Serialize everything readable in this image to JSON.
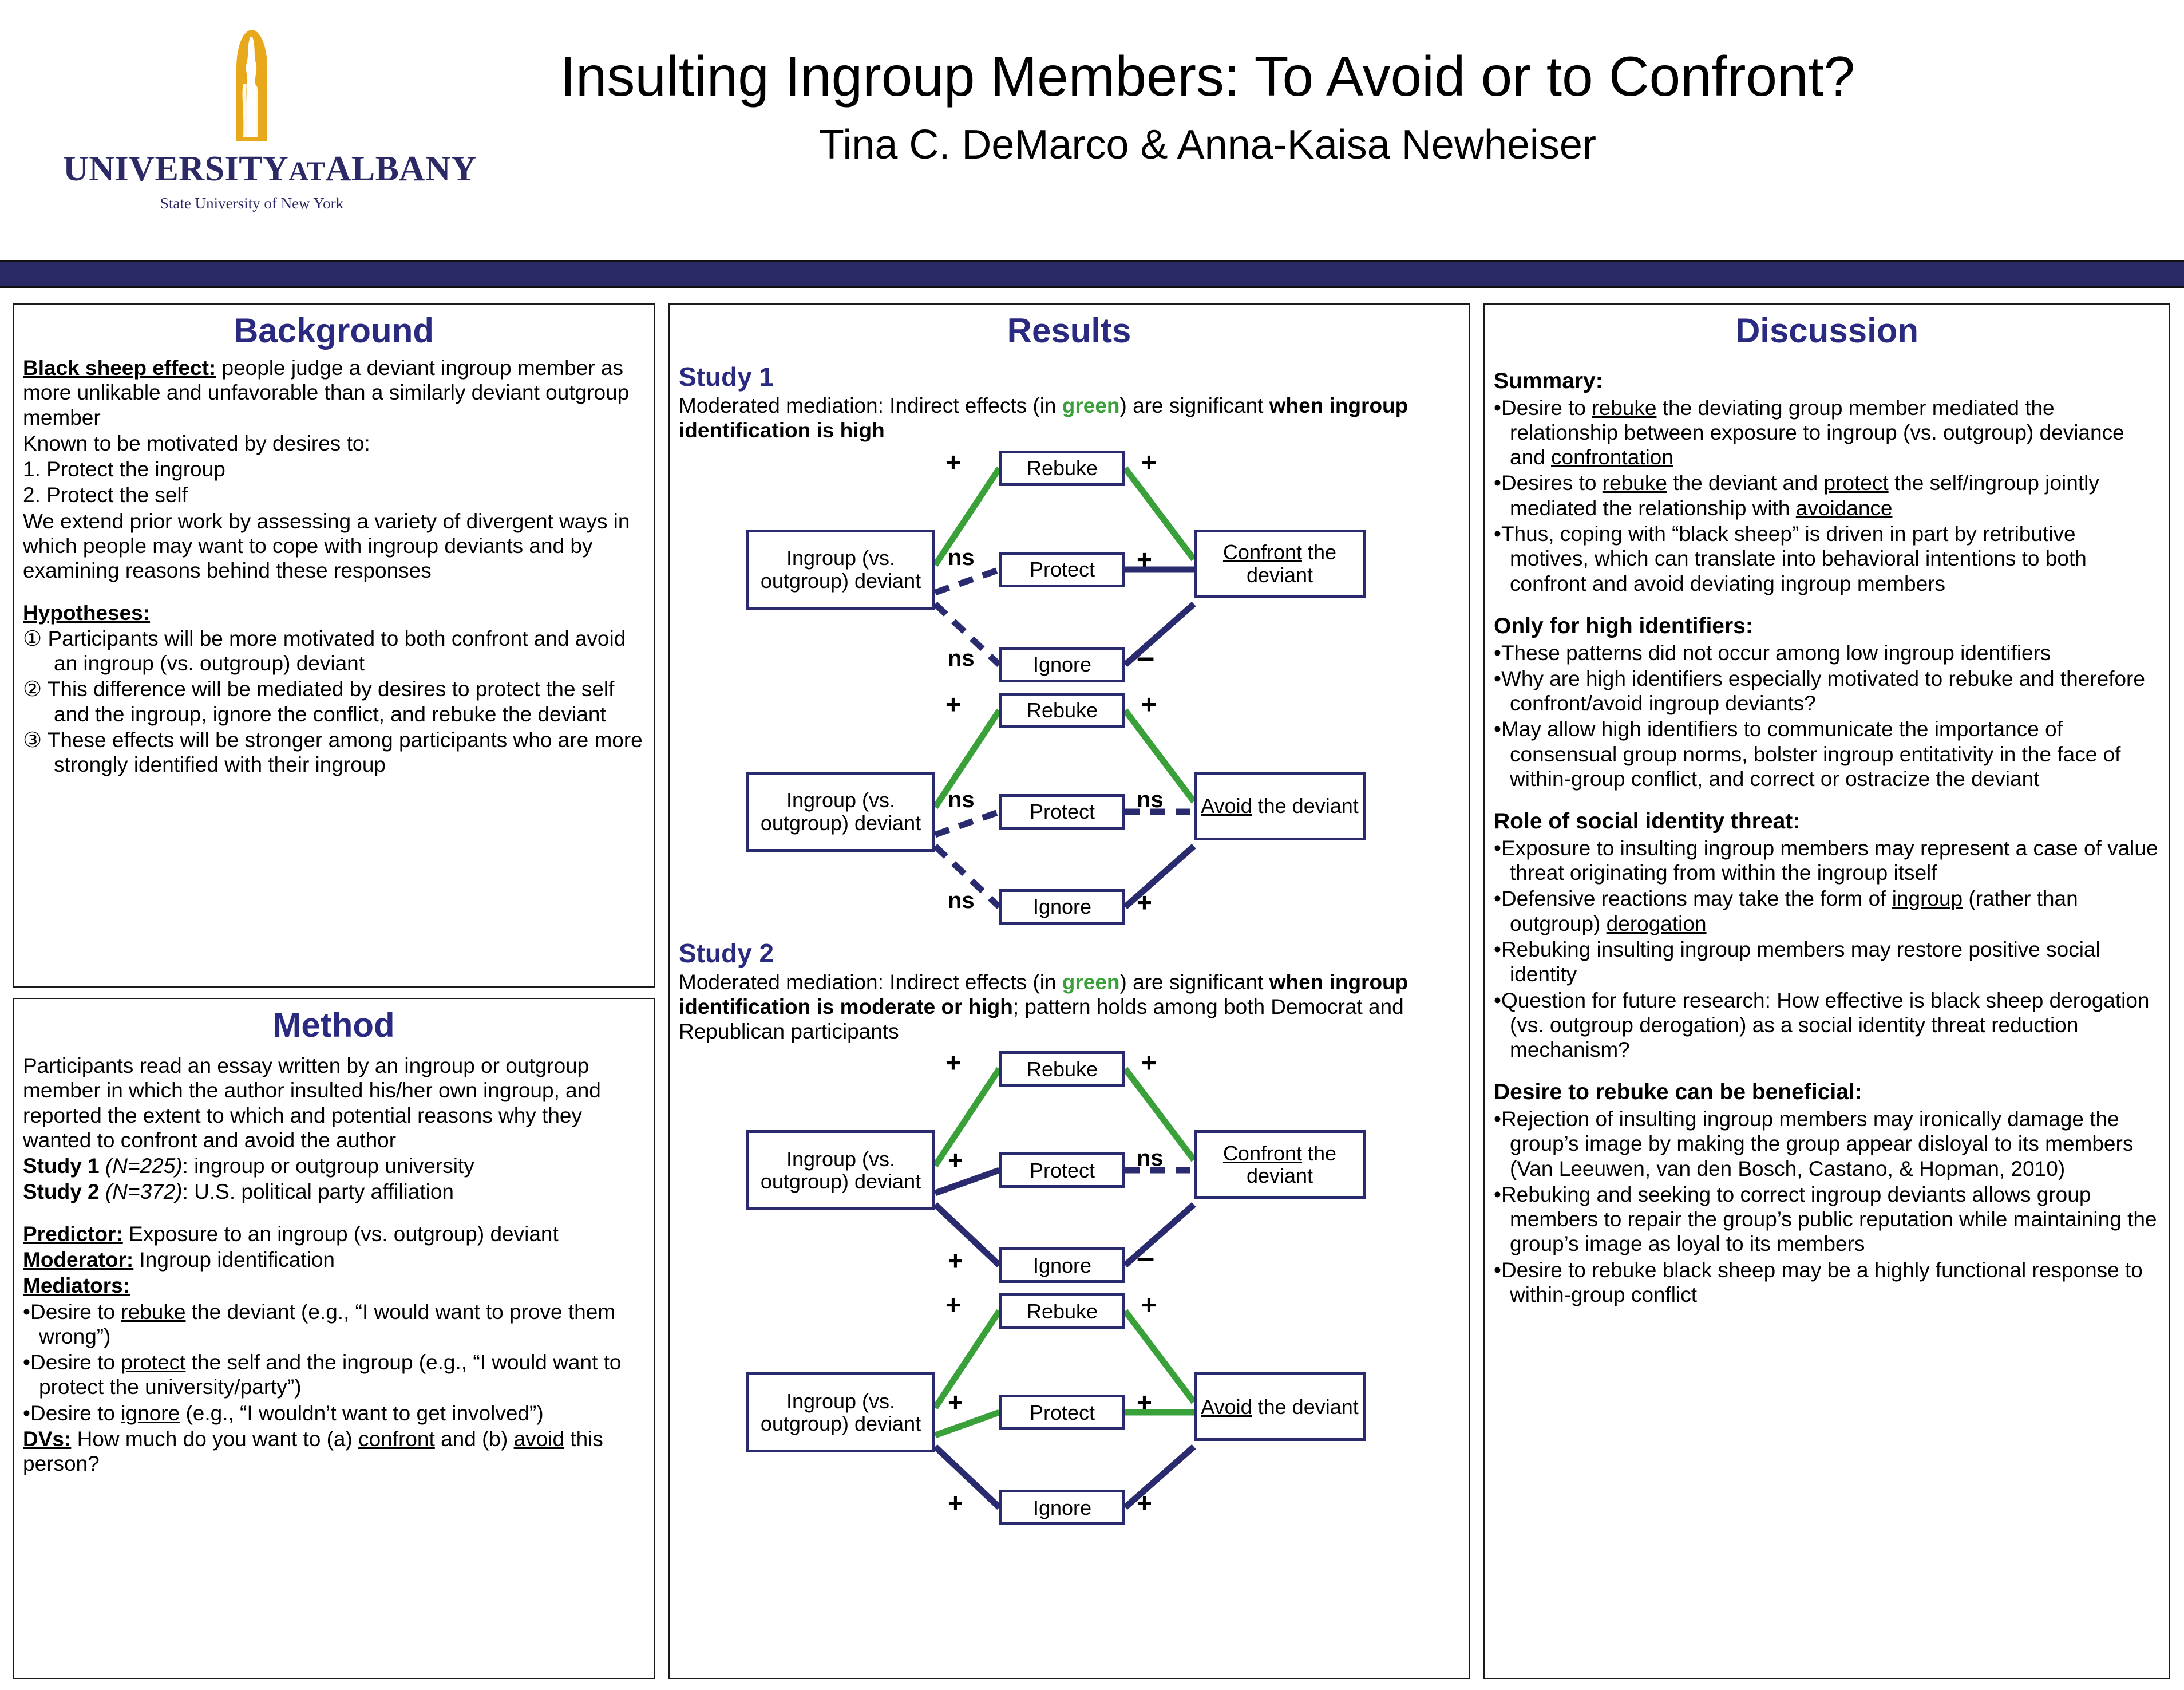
{
  "header": {
    "title": "Insulting Ingroup Members: To Avoid or to Confront?",
    "authors": "Tina C. DeMarco & Anna-Kaisa Newheiser",
    "logo": {
      "name_part1": "UNIVERSITY",
      "name_at": "AT",
      "name_part2": "ALBANY",
      "subtitle": "State University of New York"
    },
    "bar_color": "#2a2a66"
  },
  "colors": {
    "navy": "#2a2a6e",
    "heading_blue": "#2a2a80",
    "green": "#3aa03a"
  },
  "background": {
    "title": "Background",
    "p1_label": "Black sheep effect:",
    "p1_text": " people judge a deviant ingroup member as more unlikable and unfavorable than a similarly deviant outgroup member",
    "p2": "Known to be motivated by desires to:",
    "list": [
      "1.   Protect the ingroup",
      "2.   Protect the self"
    ],
    "p3": "We extend prior work by assessing a variety of divergent ways in which people may want to cope with ingroup deviants and by examining reasons behind these responses",
    "hypotheses_label": "Hypotheses:",
    "hypotheses": [
      {
        "num": "①",
        "text": "Participants will be more motivated to both confront and avoid an ingroup (vs. outgroup) deviant"
      },
      {
        "num": "②",
        "text": "This difference will be mediated by desires to protect the self and the ingroup, ignore the conflict, and rebuke the deviant"
      },
      {
        "num": "③",
        "text": "These effects will be stronger among participants who are more strongly identified with their ingroup"
      }
    ]
  },
  "method": {
    "title": "Method",
    "p1": "Participants read an essay written by an ingroup or outgroup member in which the author insulted his/her own ingroup, and reported the extent to which and potential reasons why they wanted to confront and avoid the author",
    "study1_label": "Study 1",
    "study1_n": "(N=225)",
    "study1_text": ": ingroup or outgroup university",
    "study2_label": "Study 2",
    "study2_n": "(N=372)",
    "study2_text": ": U.S. political party affiliation",
    "predictor_label": "Predictor:",
    "predictor_text": " Exposure to an ingroup (vs. outgroup) deviant",
    "moderator_label": "Moderator:",
    "moderator_text": " Ingroup identification",
    "mediators_label": "Mediators:",
    "mediators": [
      {
        "pre": "Desire to ",
        "u": "rebuke",
        "post": " the deviant (e.g., “I would want to prove them wrong”)"
      },
      {
        "pre": "Desire to ",
        "u": "protect",
        "post": " the self and the ingroup (e.g., “I would want to protect the university/party”)"
      },
      {
        "pre": "Desire to ",
        "u": "ignore",
        "post": " (e.g., “I wouldn’t want to get involved”)"
      }
    ],
    "dv_label": "DVs:",
    "dv_a": " How much do you want to (a) ",
    "dv_confront": "confront",
    "dv_b": " and (b) ",
    "dv_avoid": "avoid",
    "dv_end": " this person?"
  },
  "results": {
    "title": "Results",
    "study1": {
      "heading": "Study 1",
      "sub_a": "Moderated mediation: Indirect effects (in ",
      "sub_green": "green",
      "sub_b": ") are significant ",
      "sub_bold": "when ingroup identification is high"
    },
    "study2": {
      "heading": "Study 2",
      "sub_a": "Moderated mediation: Indirect effects (in ",
      "sub_green": "green",
      "sub_b": ") are significant ",
      "sub_bold": "when ingroup identification is moderate or high",
      "sub_c": "; pattern holds among both Democrat and Republican participants"
    },
    "node_labels": {
      "predictor": "Ingroup (vs. outgroup) deviant",
      "rebuke": "Rebuke",
      "protect": "Protect",
      "ignore": "Ignore",
      "confront_u": "Confront",
      "confront_rest": " the deviant",
      "avoid_u": "Avoid",
      "avoid_rest": " the deviant"
    },
    "diagrams": [
      {
        "id": "s1-confront",
        "outcome": "confront",
        "paths": {
          "x_rebuke": {
            "sign": "+",
            "color": "green",
            "style": "solid"
          },
          "rebuke_y": {
            "sign": "+",
            "color": "green",
            "style": "solid"
          },
          "x_protect": {
            "sign": "ns",
            "color": "navy",
            "style": "dashed"
          },
          "protect_y": {
            "sign": "+",
            "color": "navy",
            "style": "solid"
          },
          "x_ignore": {
            "sign": "ns",
            "color": "navy",
            "style": "dashed"
          },
          "ignore_y": {
            "sign": "-",
            "color": "navy",
            "style": "solid"
          }
        }
      },
      {
        "id": "s1-avoid",
        "outcome": "avoid",
        "paths": {
          "x_rebuke": {
            "sign": "+",
            "color": "green",
            "style": "solid"
          },
          "rebuke_y": {
            "sign": "+",
            "color": "green",
            "style": "solid"
          },
          "x_protect": {
            "sign": "ns",
            "color": "navy",
            "style": "dashed"
          },
          "protect_y": {
            "sign": "ns",
            "color": "navy",
            "style": "dashed"
          },
          "x_ignore": {
            "sign": "ns",
            "color": "navy",
            "style": "dashed"
          },
          "ignore_y": {
            "sign": "+",
            "color": "navy",
            "style": "solid"
          }
        }
      },
      {
        "id": "s2-confront",
        "outcome": "confront",
        "paths": {
          "x_rebuke": {
            "sign": "+",
            "color": "green",
            "style": "solid"
          },
          "rebuke_y": {
            "sign": "+",
            "color": "green",
            "style": "solid"
          },
          "x_protect": {
            "sign": "+",
            "color": "navy",
            "style": "solid"
          },
          "protect_y": {
            "sign": "ns",
            "color": "navy",
            "style": "dashed"
          },
          "x_ignore": {
            "sign": "+",
            "color": "navy",
            "style": "solid"
          },
          "ignore_y": {
            "sign": "-",
            "color": "navy",
            "style": "solid"
          }
        }
      },
      {
        "id": "s2-avoid",
        "outcome": "avoid",
        "paths": {
          "x_rebuke": {
            "sign": "+",
            "color": "green",
            "style": "solid"
          },
          "rebuke_y": {
            "sign": "+",
            "color": "green",
            "style": "solid"
          },
          "x_protect": {
            "sign": "+",
            "color": "green",
            "style": "solid"
          },
          "protect_y": {
            "sign": "+",
            "color": "green",
            "style": "solid"
          },
          "x_ignore": {
            "sign": "+",
            "color": "navy",
            "style": "solid"
          },
          "ignore_y": {
            "sign": "+",
            "color": "navy",
            "style": "solid"
          }
        }
      }
    ]
  },
  "discussion": {
    "title": "Discussion",
    "sections": [
      {
        "heading": "Summary:",
        "bullets": [
          "Desire to rebuke the deviating group member mediated the relationship between exposure to ingroup (vs. outgroup) deviance and confrontation",
          "Desires to rebuke the deviant and protect the self/ingroup jointly mediated the relationship with avoidance",
          "Thus, coping with “black sheep” is driven in part by retributive motives, which can translate into behavioral intentions to both confront and avoid deviating ingroup members"
        ]
      },
      {
        "heading": "Only for high identifiers:",
        "bullets": [
          "These patterns did not occur among low ingroup identifiers",
          "Why are high identifiers especially motivated to rebuke and therefore confront/avoid ingroup deviants?",
          "May allow high identifiers to communicate the importance of consensual group norms, bolster ingroup entitativity in the face of within-group conflict, and correct or ostracize the deviant"
        ]
      },
      {
        "heading": "Role of social identity threat:",
        "bullets": [
          "Exposure to insulting ingroup members may represent a case of value threat originating from within the ingroup itself",
          "Defensive reactions may take the form of ingroup (rather than outgroup) derogation",
          "Rebuking insulting ingroup members may restore positive social identity",
          "Question for future research: How effective is black sheep derogation (vs. outgroup derogation) as a social identity threat reduction mechanism?"
        ]
      },
      {
        "heading": "Desire to rebuke can be beneficial:",
        "bullets": [
          "Rejection of insulting ingroup members may ironically damage the group’s image by making the group appear disloyal to its members (Van Leeuwen, van den Bosch, Castano, & Hopman, 2010)",
          "Rebuking and seeking to correct ingroup deviants allows group members to repair the group’s public reputation while maintaining the group’s image as loyal to its members",
          "Desire to rebuke black sheep may be a highly functional response to within-group conflict"
        ]
      }
    ]
  }
}
